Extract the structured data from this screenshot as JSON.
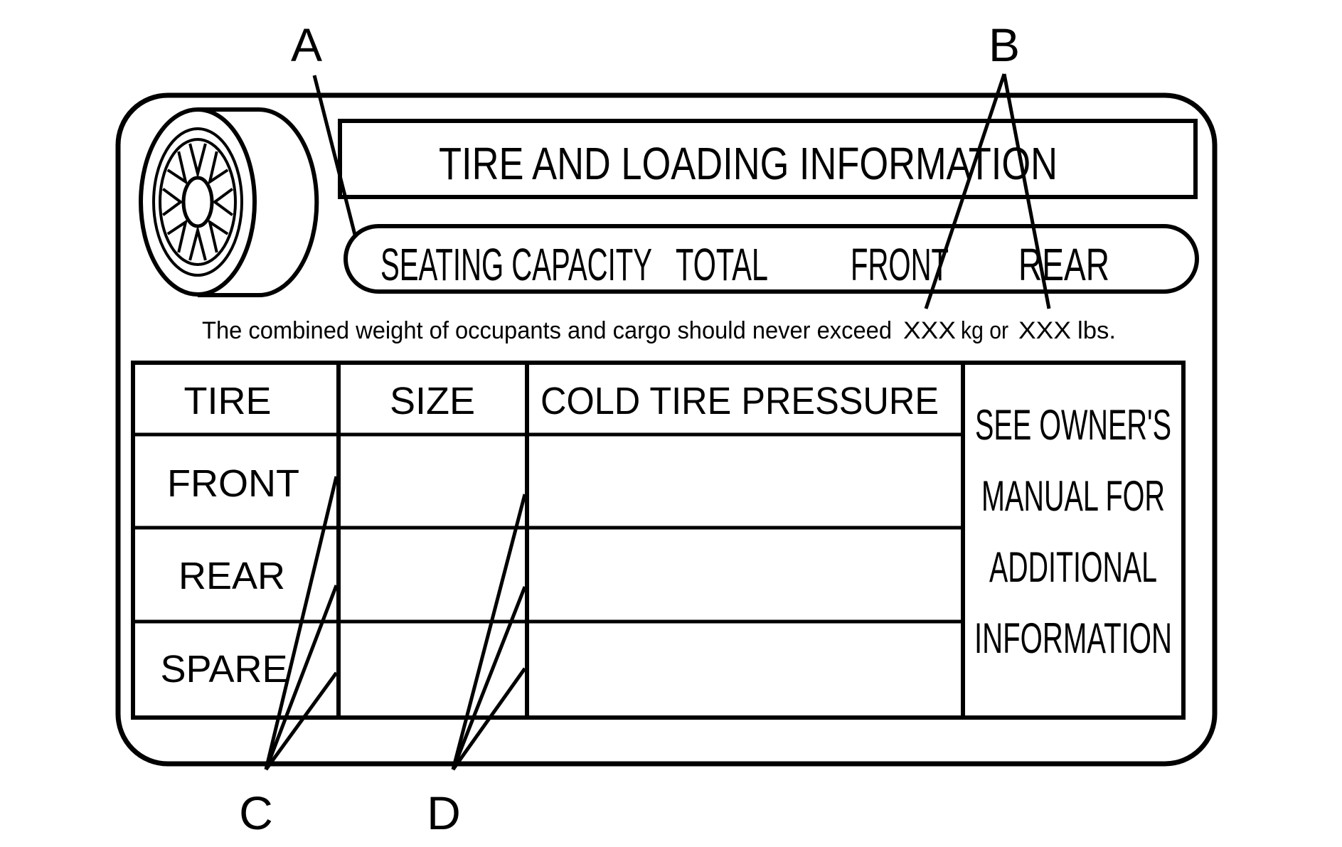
{
  "callouts": {
    "a": "A",
    "b": "B",
    "c": "C",
    "d": "D"
  },
  "label": {
    "title": "TIRE AND LOADING INFORMATION",
    "seating_capacity": "SEATING CAPACITY",
    "total": "TOTAL",
    "front": "FRONT",
    "rear": "REAR",
    "weight_statement": "The combined weight of occupants and cargo should never exceed",
    "kg_value": "XXX",
    "kg_unit": "kg or",
    "lbs_value": "XXX",
    "lbs_unit": "lbs."
  },
  "table": {
    "headers": {
      "tire": "TIRE",
      "size": "SIZE",
      "pressure": "COLD TIRE PRESSURE"
    },
    "rows": [
      "FRONT",
      "REAR",
      "SPARE"
    ],
    "side_note": [
      "SEE OWNER'S",
      "MANUAL FOR",
      "ADDITIONAL",
      "INFORMATION"
    ]
  },
  "icons": {
    "tire": "tire-icon"
  },
  "colors": {
    "ink": "#000000",
    "paper": "#ffffff"
  }
}
